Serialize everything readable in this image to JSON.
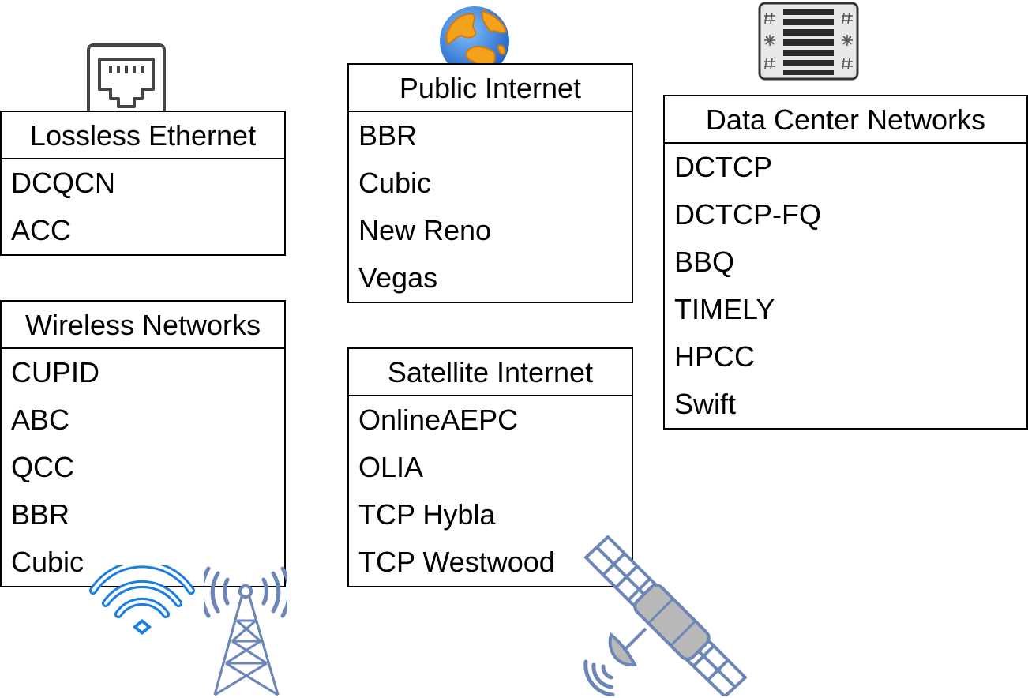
{
  "categories": [
    {
      "title": "Lossless Ethernet",
      "icon": "ethernet-port-icon",
      "items": [
        "DCQCN",
        "ACC"
      ]
    },
    {
      "title": "Public Internet",
      "icon": "globe-icon",
      "items": [
        "BBR",
        "Cubic",
        "New Reno",
        "Vegas"
      ]
    },
    {
      "title": "Data Center Networks",
      "icon": "server-rack-icon",
      "items": [
        "DCTCP",
        "DCTCP-FQ",
        "BBQ",
        "TIMELY",
        "HPCC",
        "Swift"
      ]
    },
    {
      "title": "Wireless Networks",
      "icon": "wifi-icon",
      "icon_secondary": "radio-tower-icon",
      "items": [
        "CUPID",
        "ABC",
        "QCC",
        "BBR",
        "Cubic"
      ]
    },
    {
      "title": "Satellite Internet",
      "icon": "satellite-icon",
      "items": [
        "OnlineAEPC",
        "OLIA",
        "TCP Hybla",
        "TCP Westwood"
      ]
    }
  ],
  "colors": {
    "border": "#000000",
    "wifi": "#1a7fe0",
    "tower": "#6c86b8",
    "satellite": "#6c86b8",
    "satellite_body": "#b8b8b8",
    "globe_ocean": "#2f7fdc",
    "globe_land": "#f4a21c",
    "server_fill": "#e8e8e8",
    "server_bar": "#2a2a2a",
    "port_stroke": "#444444"
  }
}
